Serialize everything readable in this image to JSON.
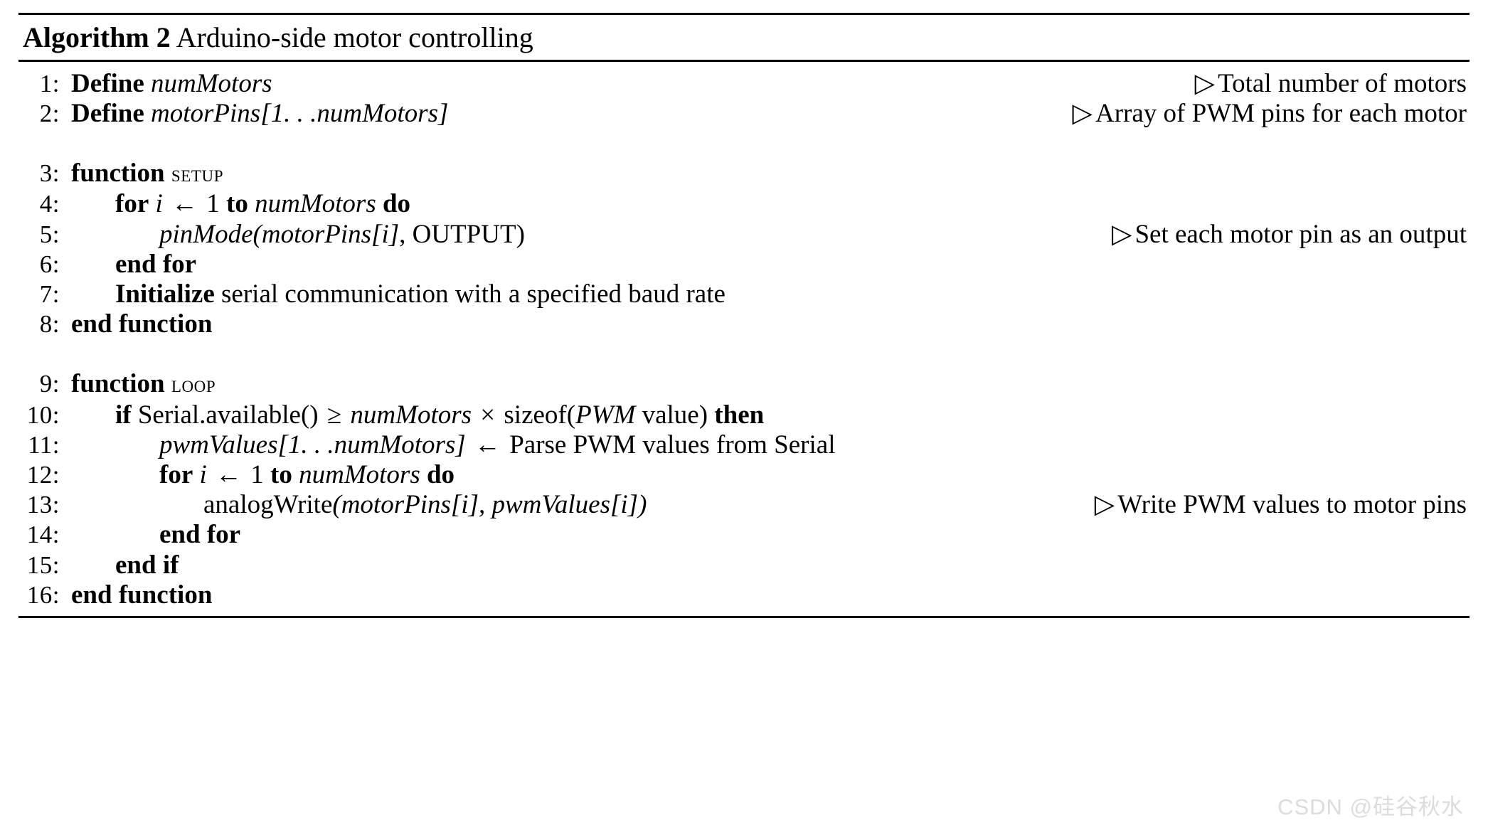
{
  "algorithm": {
    "caption_label": "Algorithm 2",
    "caption_title": "Arduino-side motor controlling",
    "lines": [
      {
        "number": "1:",
        "statement": "Define numMotors",
        "comment": "▷ Total number of motors"
      },
      {
        "number": "2:",
        "statement": "Define motorPins[1 . . . numMotors]",
        "comment": "▷ Array of PWM pins for each motor"
      },
      {
        "number": "3:",
        "statement": "function SETUP",
        "comment": ""
      },
      {
        "number": "4:",
        "statement": "for i ← 1 to numMotors do",
        "comment": ""
      },
      {
        "number": "5:",
        "statement": "pinMode(motorPins[i], OUTPUT)",
        "comment": "▷ Set each motor pin as an output"
      },
      {
        "number": "6:",
        "statement": "end for",
        "comment": ""
      },
      {
        "number": "7:",
        "statement": "Initialize serial communication with a specified baud rate",
        "comment": ""
      },
      {
        "number": "8:",
        "statement": "end function",
        "comment": ""
      },
      {
        "number": "9:",
        "statement": "function LOOP",
        "comment": ""
      },
      {
        "number": "10:",
        "statement": "if Serial.available() ≥ numMotors × sizeof(PWM value) then",
        "comment": ""
      },
      {
        "number": "11:",
        "statement": "pwmValues[1 . . . numMotors] ← Parse PWM values from Serial",
        "comment": ""
      },
      {
        "number": "12:",
        "statement": "for i ← 1 to numMotors do",
        "comment": ""
      },
      {
        "number": "13:",
        "statement": "analogWrite(motorPins[i], pwmValues[i])",
        "comment": "▷ Write PWM values to motor pins"
      },
      {
        "number": "14:",
        "statement": "end for",
        "comment": ""
      },
      {
        "number": "15:",
        "statement": "end if",
        "comment": ""
      },
      {
        "number": "16:",
        "statement": "end function",
        "comment": ""
      }
    ],
    "tokens": {
      "define": "Define",
      "num_motors": "numMotors",
      "motor_pins": "motorPins",
      "pwm_values": "pwmValues",
      "bracket_open": "[",
      "bracket_close": "]",
      "range_1": "1",
      "ellipsis": ". . .",
      "function": "function",
      "setup": "setup",
      "loop": "loop",
      "for": "for",
      "i": "i",
      "arrow_left": "←",
      "to": "to",
      "do": "do",
      "end_for": "end for",
      "end_if": "end if",
      "end_function": "end function",
      "if": "if",
      "then": "then",
      "initialize": "Initialize",
      "initialize_rest": "serial communication with a specified baud rate",
      "pin_mode": "pinMode",
      "paren_open": "(",
      "paren_close": ")",
      "i_index": "i",
      "comma": ",",
      "output": "OUTPUT",
      "serial_available": "Serial.available()",
      "geq": "≥",
      "times": "×",
      "sizeof": "sizeof",
      "pwm": "PWM",
      "value_word": "value",
      "parse_text": "Parse PWM values from Serial",
      "analog_write": "analogWrite",
      "triangle": "▷",
      "comment_1": "Total number of motors",
      "comment_2": "Array of PWM pins for each motor",
      "comment_5": "Set each motor pin as an output",
      "comment_13": "Write PWM values to motor pins"
    }
  },
  "watermark": {
    "text": "CSDN @硅谷秋水"
  }
}
